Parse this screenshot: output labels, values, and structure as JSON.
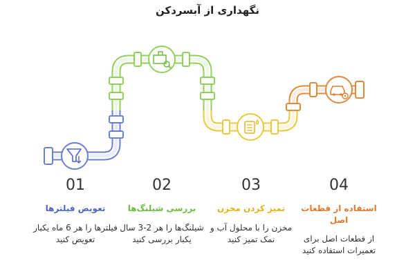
{
  "title": "نگهداری از آبسردکن",
  "colors": {
    "blue": "#6b7fd0",
    "green": "#8fcf5a",
    "yellow": "#e8c93c",
    "orange": "#e0893a"
  },
  "steps": [
    {
      "number": "01",
      "title": "تعویض فیلترها",
      "description": "فیلترها را هر 6 ماه یکبار تعویض کنید",
      "icon": "filter-icon",
      "color": "#4a64c8"
    },
    {
      "number": "02",
      "title": "بررسی شیلنگ‌ها",
      "description": "شیلنگ‌ها را هر 2-3 سال یکبار بررسی کنید",
      "icon": "pipe-inspect-icon",
      "color": "#6cbb3c"
    },
    {
      "number": "03",
      "title": "تمیز کردن مخزن",
      "description": "مخزن را با محلول آب و نمک تمیز کنید",
      "icon": "tank-clean-icon",
      "color": "#e0b21c"
    },
    {
      "number": "04",
      "title": "استفاده از قطعات اصل",
      "description": "از قطعات اصل برای تعمیرات استفاده کنید",
      "icon": "car-gear-icon",
      "color": "#e07a28"
    }
  ]
}
